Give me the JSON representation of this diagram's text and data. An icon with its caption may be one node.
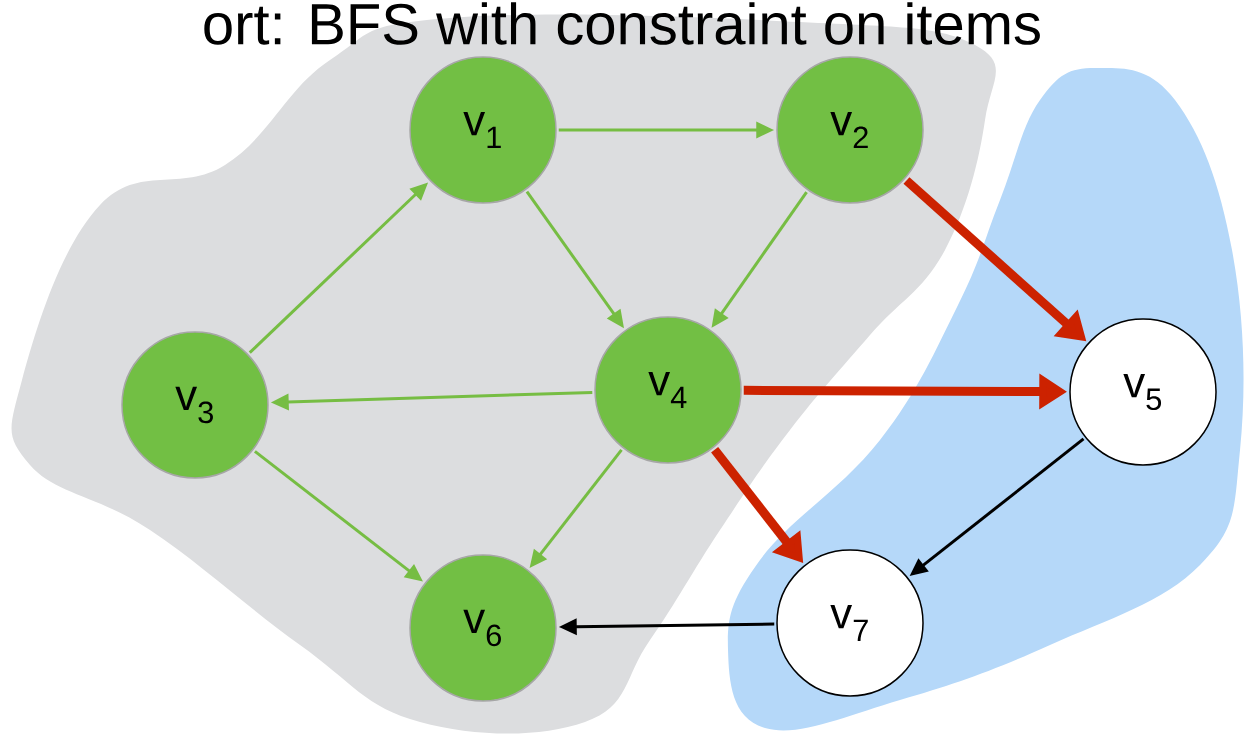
{
  "diagram": {
    "title": "ort: BFS with constraint on items",
    "nodes": [
      {
        "text": [
          "v$_{1}$"
        ]
      },
      {
        "text": [
          "v$_{2}$"
        ]
      },
      {
        "text": [
          "v$_{3}$"
        ]
      },
      {
        "text": [
          "v$_{4}$"
        ]
      },
      {
        "text": [
          "v$_{5}$"
        ]
      },
      {
        "text": [
          "v$_{6}$"
        ]
      },
      {
        "text": [
          "v$_{7}$"
        ]
      }
    ],
    "edges": [
      {
        "from": 0,
        "to": 1,
        "arrow": "to"
      },
      {
        "from": 0,
        "to": 3,
        "arrow": "to"
      },
      {
        "from": 1,
        "to": 3,
        "arrow": "to"
      },
      {
        "from": 2,
        "to": 0,
        "arrow": "to"
      },
      {
        "from": 3,
        "to": 2,
        "arrow": "to"
      },
      {
        "from": 2,
        "to": 5,
        "arrow": "to"
      },
      {
        "from": 3,
        "to": 5,
        "arrow": "to"
      },
      {
        "from": 1,
        "to": 4,
        "arrow": "to",
        "style": "thick",
        "color": "#cc2200"
      },
      {
        "from": 3,
        "to": 4,
        "arrow": "to",
        "style": "thick",
        "color": "#cc2200"
      },
      {
        "from": 3,
        "to": 6,
        "arrow": "to",
        "style": "thick",
        "color": "#cc2200"
      },
      {
        "from": 4,
        "to": 6,
        "arrow": "to",
        "color": "#000000"
      },
      {
        "from": 6,
        "to": 5,
        "arrow": "to",
        "color": "#000000"
      }
    ]
  }
}
